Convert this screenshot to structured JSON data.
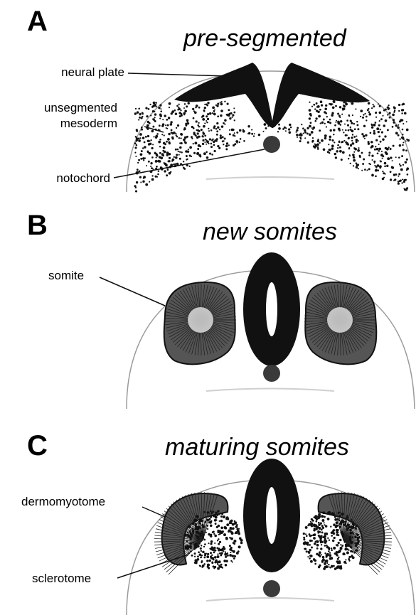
{
  "panels": [
    {
      "letter": "A",
      "title": "pre-segmented",
      "labels": {
        "neural_plate": "neural plate",
        "unsegmented_mesoderm_1": "unsegmented",
        "unsegmented_mesoderm_2": "mesoderm",
        "notochord": "notochord"
      }
    },
    {
      "letter": "B",
      "title": "new somites",
      "labels": {
        "somite": "somite"
      }
    },
    {
      "letter": "C",
      "title": "maturing somites",
      "labels": {
        "dermomyotome": "dermomyotome",
        "sclerotome": "sclerotome"
      }
    }
  ],
  "colors": {
    "ink": "#111111",
    "notochord": "#3a3a3a",
    "outline": "#9a9a9a",
    "background": "#ffffff"
  }
}
